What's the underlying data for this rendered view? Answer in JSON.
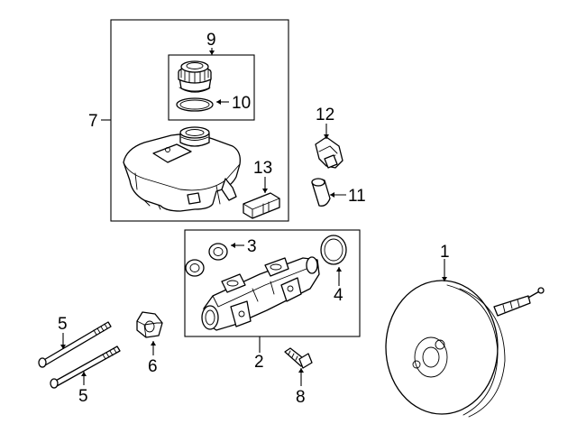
{
  "callouts": {
    "c1": "1",
    "c2": "2",
    "c3": "3",
    "c4": "4",
    "c5a": "5",
    "c5b": "5",
    "c6": "6",
    "c7": "7",
    "c8": "8",
    "c9": "9",
    "c10": "10",
    "c11": "11",
    "c12": "12",
    "c13": "13"
  },
  "icons": {
    "reservoir": "fluid-reservoir-icon",
    "cap": "reservoir-cap-icon",
    "master_cylinder": "master-cylinder-icon",
    "booster": "brake-booster-icon"
  }
}
